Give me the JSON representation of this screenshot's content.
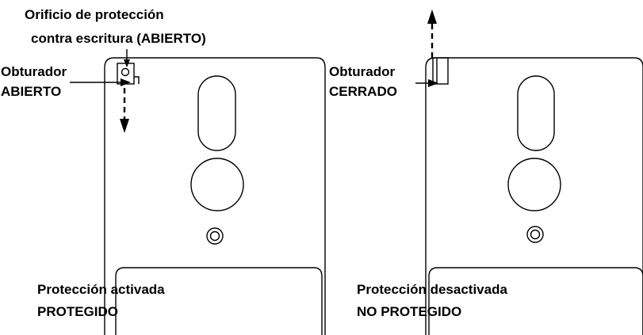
{
  "labels": {
    "write_protect_hole": {
      "line1": "Orificio de protección",
      "line2": "contra escritura (ABIERTO)"
    },
    "left_shutter": {
      "line1": "Obturador",
      "line2": "ABIERTO"
    },
    "right_shutter": {
      "line1": "Obturador",
      "line2": "CERRADO"
    },
    "left_status": {
      "line1": "Protección activada",
      "line2": "PROTEGIDO"
    },
    "right_status": {
      "line1": "Protección desactivada",
      "line2": "NO PROTEGIDO"
    }
  },
  "colors": {
    "ink": "#000000",
    "paper": "#ffffff"
  }
}
